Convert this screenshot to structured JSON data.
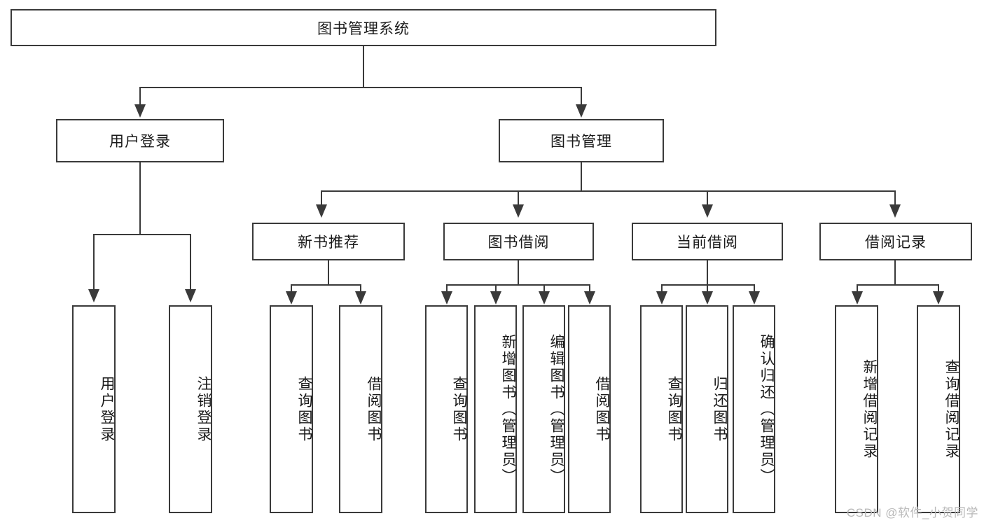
{
  "diagram": {
    "title": "图书管理系统",
    "root": {
      "label": "图书管理系统"
    },
    "level2": [
      {
        "label": "用户登录"
      },
      {
        "label": "图书管理"
      }
    ],
    "level3": [
      {
        "label": "新书推荐"
      },
      {
        "label": "图书借阅"
      },
      {
        "label": "当前借阅"
      },
      {
        "label": "借阅记录"
      }
    ],
    "leaves_user_login": [
      {
        "label": "用户登录"
      },
      {
        "label": "注销登录"
      }
    ],
    "leaves_new_book": [
      {
        "label": "查询图书"
      },
      {
        "label": "借阅图书"
      }
    ],
    "leaves_borrow": [
      {
        "label": "查询图书"
      },
      {
        "label": "新增图书（管理员）"
      },
      {
        "label": "编辑图书（管理员）"
      },
      {
        "label": "借阅图书"
      }
    ],
    "leaves_current": [
      {
        "label": "查询图书"
      },
      {
        "label": "归还图书"
      },
      {
        "label": "确认归还（管理员）"
      }
    ],
    "leaves_records": [
      {
        "label": "新增借阅记录"
      },
      {
        "label": "查询借阅记录"
      }
    ]
  },
  "watermark": {
    "text": "CSDN @软件_小贺同学"
  },
  "colors": {
    "stroke": "#3a3a3a",
    "background": "#ffffff",
    "text": "#1a1a1a",
    "watermark": "#b9b9b9"
  }
}
